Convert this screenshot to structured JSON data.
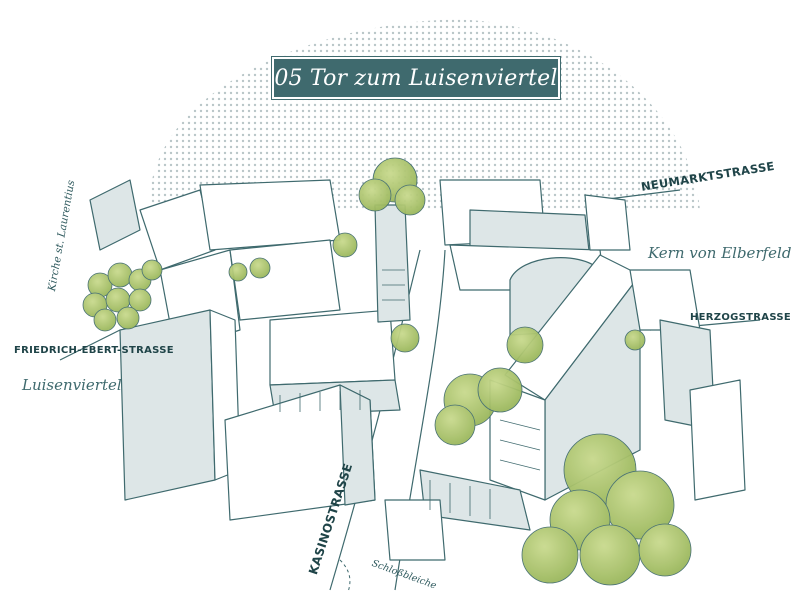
{
  "title": "05 Tor zum Luisenviertel",
  "streets": {
    "neumarktstrasse": "NEUMARKTSTRASSE",
    "herzogstrasse": "HERZOGSTRASSE",
    "friedrich_ebert": "FRIEDRICH-EBERT-STRASSE",
    "kasinostrasse": "KASINOSTRASSE"
  },
  "areas": {
    "kern_von_elberfeld": "Kern von Elberfeld",
    "luisenviertel": "Luisenviertel"
  },
  "places": {
    "kirche": "Kirche st. Laurentius",
    "schlossbleiche": "Schloßbleiche"
  },
  "colors": {
    "ink": "#3f6a6e",
    "building_fill": "#dde6e7",
    "tree_green": "#a9c46a",
    "dot_pattern": "#b9c6c8"
  }
}
